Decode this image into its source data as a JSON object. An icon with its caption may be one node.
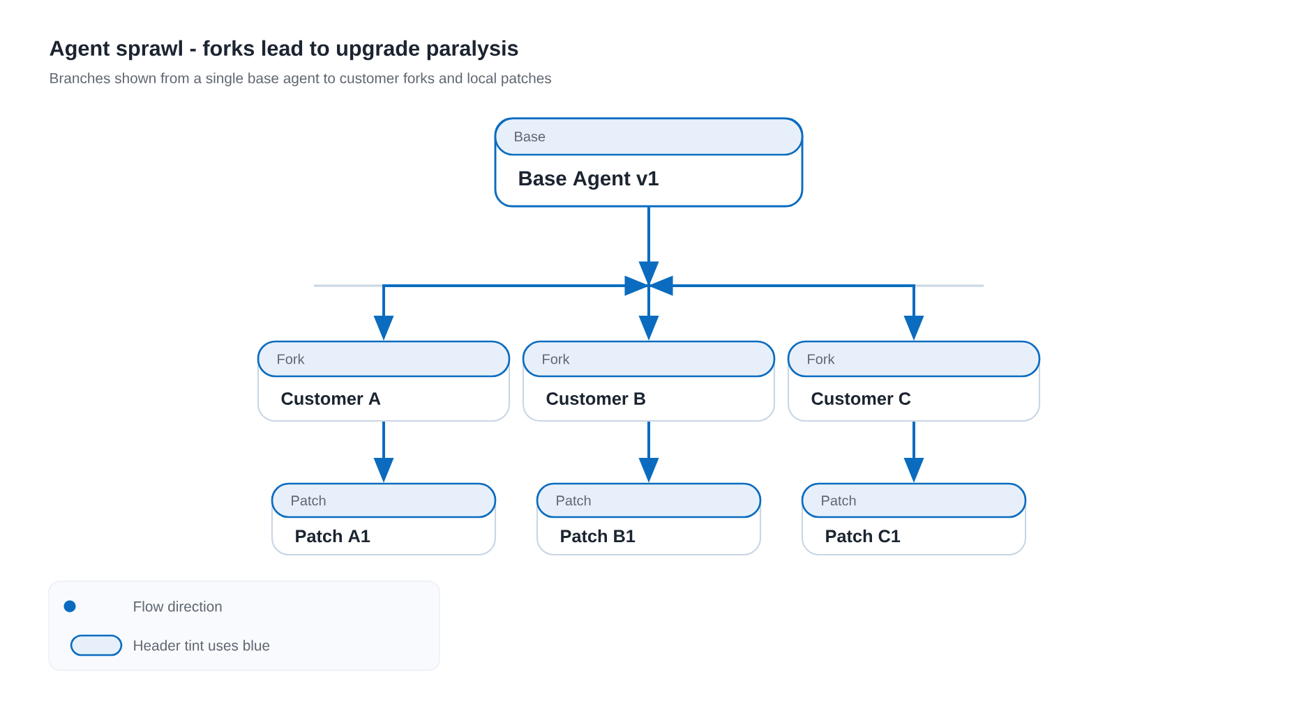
{
  "diagram": {
    "title": "Agent sprawl - forks lead to upgrade paralysis",
    "caption": "Branches shown from a single base agent to customer forks and local patches",
    "nodes": [
      {
        "text": [
          "Base",
          "Base Agent v1"
        ]
      },
      {
        "text": [
          "Fork",
          "Customer A"
        ]
      },
      {
        "text": [
          "Fork",
          "Customer B"
        ]
      },
      {
        "text": [
          "Fork",
          "Customer C"
        ]
      },
      {
        "text": [
          "Patch",
          "Patch A1"
        ]
      },
      {
        "text": [
          "Patch",
          "Patch B1"
        ]
      },
      {
        "text": [
          "Patch",
          "Patch C1"
        ]
      }
    ],
    "edges": [
      {
        "from": 0,
        "to": 1,
        "arrow": "to"
      },
      {
        "from": 0,
        "to": 2,
        "arrow": "to"
      },
      {
        "from": 0,
        "to": 3,
        "arrow": "to"
      },
      {
        "from": 1,
        "to": 4,
        "arrow": "to"
      },
      {
        "from": 2,
        "to": 5,
        "arrow": "to"
      },
      {
        "from": 3,
        "to": 6,
        "arrow": "to"
      }
    ],
    "legend": [
      {
        "text": "Flow direction",
        "color": "#0b6cbf"
      },
      {
        "text": "Header tint uses blue"
      }
    ]
  }
}
